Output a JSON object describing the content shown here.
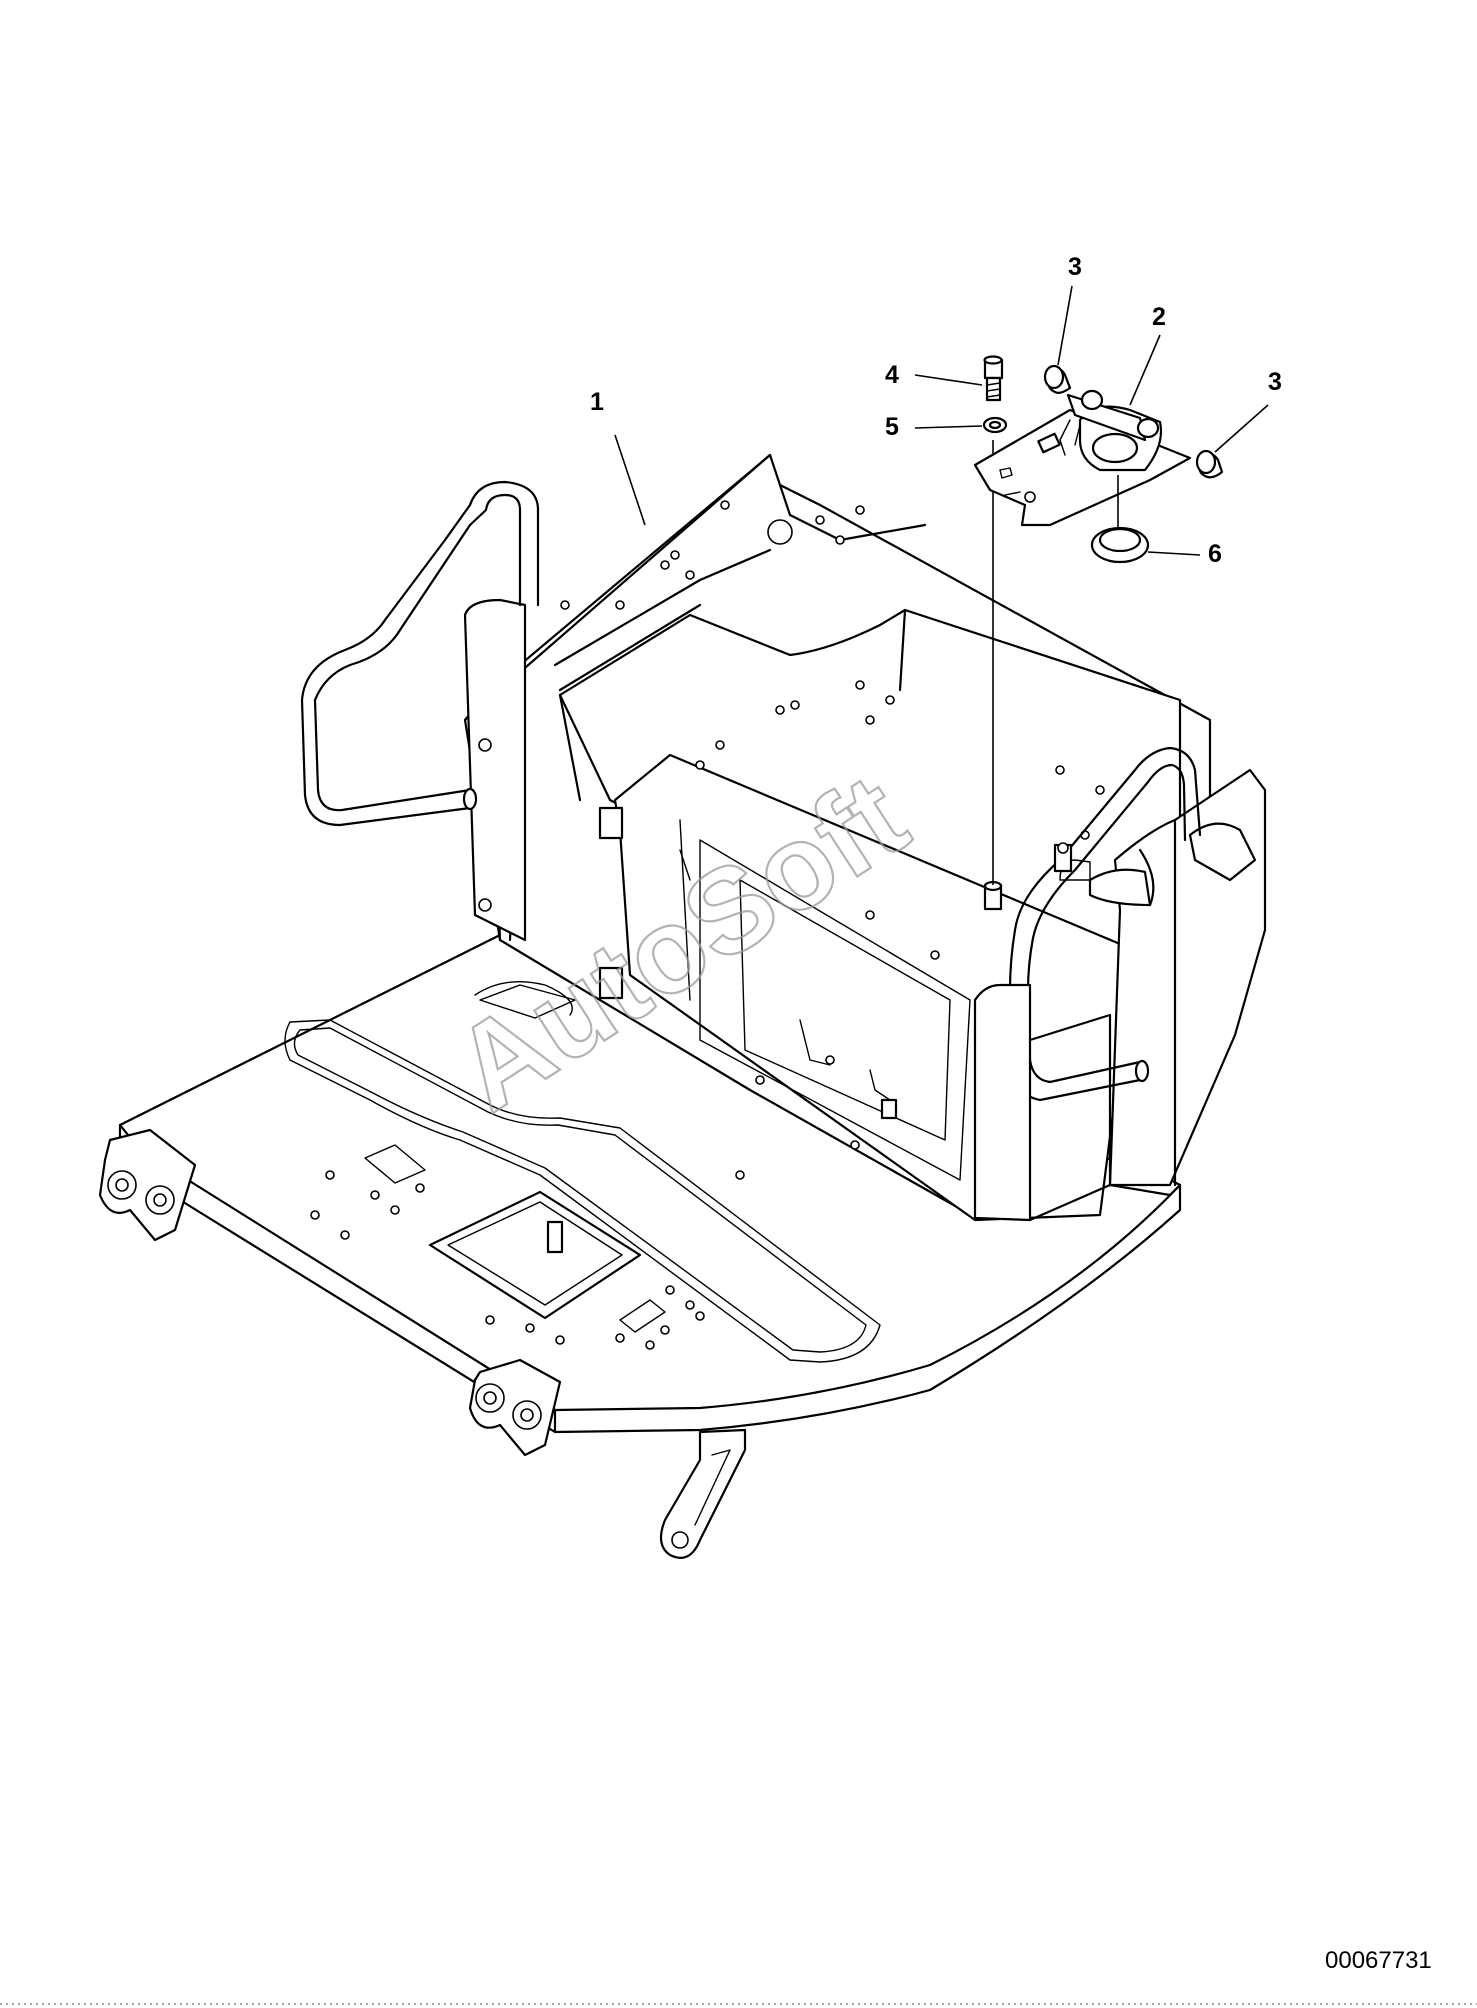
{
  "callouts": [
    {
      "id": "1",
      "label": "1"
    },
    {
      "id": "2",
      "label": "2"
    },
    {
      "id": "3a",
      "label": "3"
    },
    {
      "id": "3b",
      "label": "3"
    },
    {
      "id": "4",
      "label": "4"
    },
    {
      "id": "5",
      "label": "5"
    },
    {
      "id": "6",
      "label": "6"
    }
  ],
  "document_number": "00067731",
  "watermark": "AutoSoft"
}
